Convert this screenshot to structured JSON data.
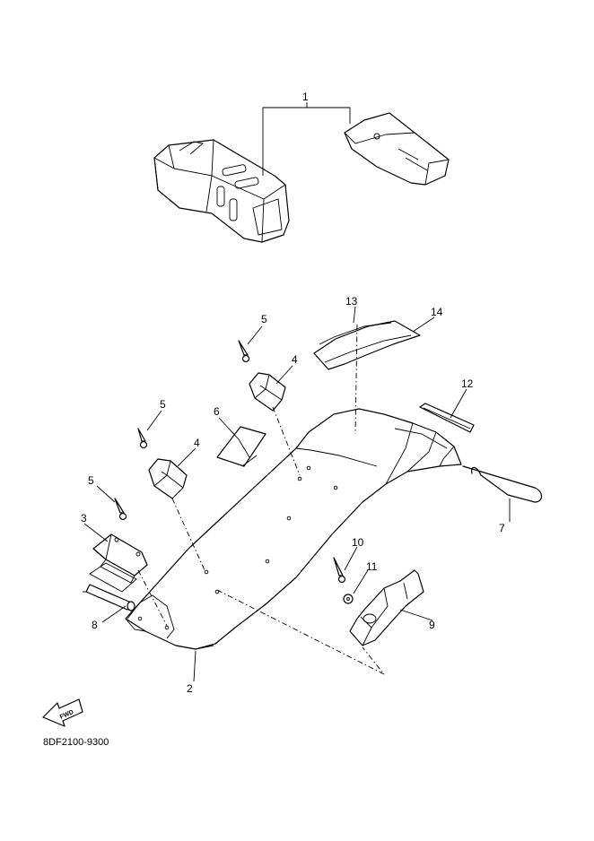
{
  "callouts": {
    "c1": "1",
    "c2": "2",
    "c3": "3",
    "c4a": "4",
    "c4b": "4",
    "c5a": "5",
    "c5b": "5",
    "c5c": "5",
    "c6": "6",
    "c7": "7",
    "c8": "8",
    "c9": "9",
    "c10": "10",
    "c11": "11",
    "c12": "12",
    "c13": "13",
    "c14": "14"
  },
  "fwd_label": "FWD",
  "diagram_code": "8DF2100-9300"
}
